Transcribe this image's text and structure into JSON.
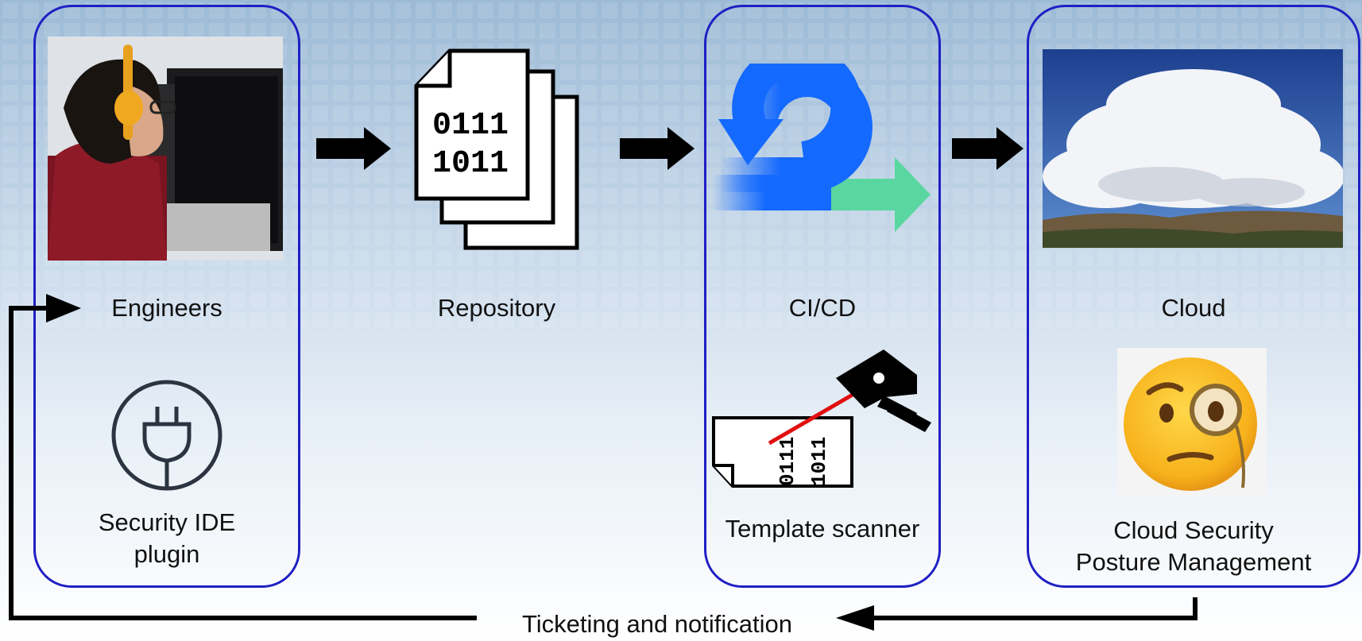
{
  "nodes": {
    "engineers": {
      "label": "Engineers"
    },
    "repository": {
      "label": "Repository"
    },
    "cicd": {
      "label": "CI/CD"
    },
    "cloud": {
      "label": "Cloud"
    }
  },
  "tools": {
    "ide_plugin": {
      "line1": "Security IDE",
      "line2": "plugin"
    },
    "template_scanner": {
      "label": "Template scanner"
    },
    "cspm": {
      "line1": "Cloud Security",
      "line2": "Posture Management"
    }
  },
  "repository_icon": {
    "line1": "0111",
    "line2": "1011"
  },
  "scanner_icon": {
    "col1": "0111",
    "col2": "1011"
  },
  "feedback": {
    "label": "Ticketing and notification"
  },
  "colors": {
    "panel_border": "#1f1fc4",
    "arrow": "#000000",
    "cicd_blue": "#1469ff",
    "cicd_green": "#5ad7a0",
    "scanner_laser": "#e01010"
  }
}
